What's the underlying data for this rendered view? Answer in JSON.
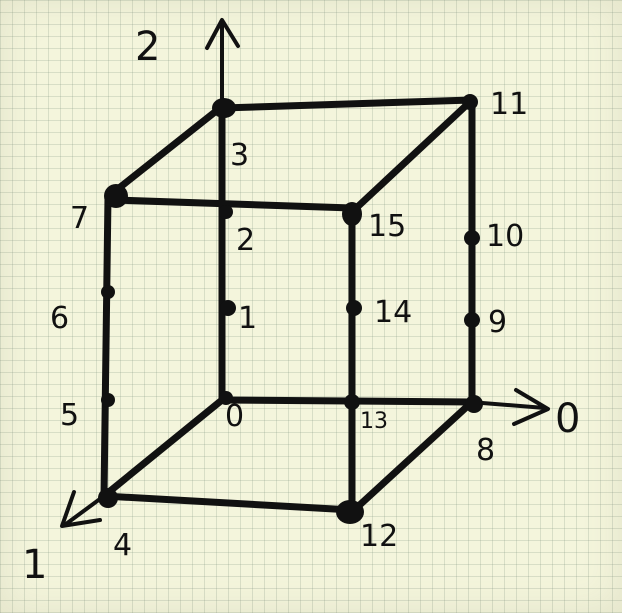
{
  "diagram": {
    "axes": [
      {
        "id": "z",
        "label": "2"
      },
      {
        "id": "x",
        "label": "0"
      },
      {
        "id": "y",
        "label": "1"
      }
    ],
    "vertices": [
      "0",
      "1",
      "2",
      "3",
      "4",
      "5",
      "6",
      "7",
      "8",
      "9",
      "10",
      "11",
      "12",
      "13",
      "14",
      "15"
    ]
  }
}
